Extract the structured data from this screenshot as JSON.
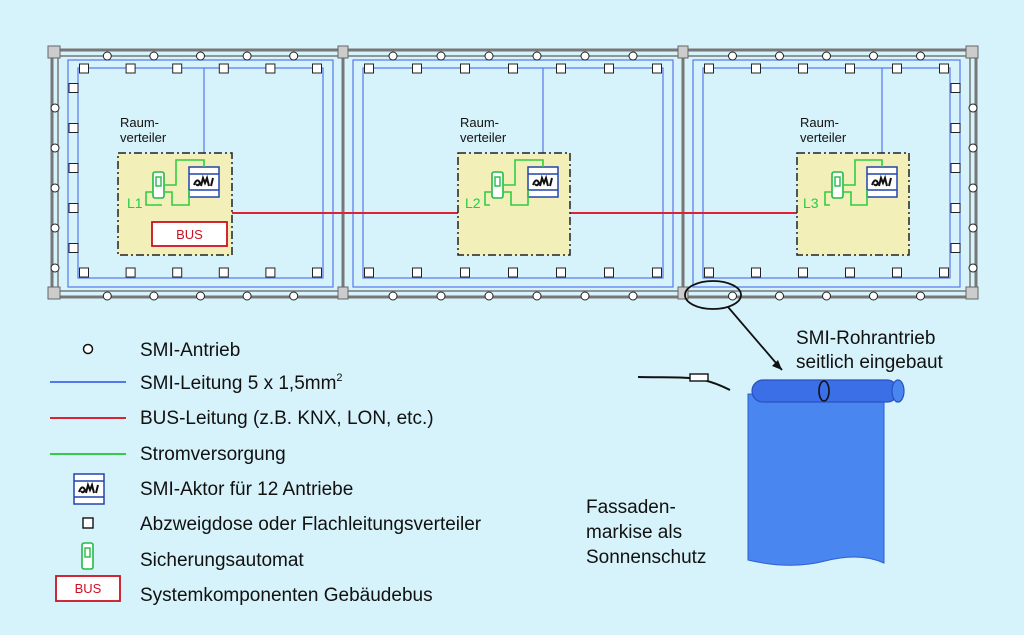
{
  "colors": {
    "background": "#d6f2fa",
    "smi_line": "#5577ee",
    "bus_line": "#dd2233",
    "power_line": "#33cc44",
    "distributor_fill": "#f2f0b8",
    "awning": "#4488f0",
    "wall": "#777777"
  },
  "rooms": [
    {
      "label_line1": "Raum-",
      "label_line2": "verteiler",
      "phase": "L1",
      "has_bus": true
    },
    {
      "label_line1": "Raum-",
      "label_line2": "verteiler",
      "phase": "L2",
      "has_bus": false
    },
    {
      "label_line1": "Raum-",
      "label_line2": "verteiler",
      "phase": "L3",
      "has_bus": false
    }
  ],
  "bus_box_label": "BUS",
  "callout": {
    "title_line1": "SMI-Rohrantrieb",
    "title_line2": "seitlich eingebaut",
    "awning_line1": "Fassaden-",
    "awning_line2": "markise als",
    "awning_line3": "Sonnenschutz"
  },
  "legend": [
    {
      "key": "drive",
      "icon": "circle-icon",
      "label": "SMI-Antrieb"
    },
    {
      "key": "smi_line",
      "icon": "blue-line-icon",
      "label": "SMI-Leitung 5 x 1,5mm",
      "superscript": "2"
    },
    {
      "key": "bus_line",
      "icon": "red-line-icon",
      "label": "BUS-Leitung (z.B. KNX, LON, etc.)"
    },
    {
      "key": "power",
      "icon": "green-line-icon",
      "label": "Stromversorgung"
    },
    {
      "key": "actuator",
      "icon": "smi-actuator-icon",
      "label": "SMI-Aktor für 12 Antriebe"
    },
    {
      "key": "junction",
      "icon": "square-icon",
      "label": "Abzweigdose oder Flachleitungsverteiler"
    },
    {
      "key": "breaker",
      "icon": "circuit-breaker-icon",
      "label": "Sicherungsautomat"
    },
    {
      "key": "bus_system",
      "icon": "bus-box-icon",
      "label": "Systemkomponenten Gebäudebus",
      "box_text": "BUS"
    }
  ]
}
